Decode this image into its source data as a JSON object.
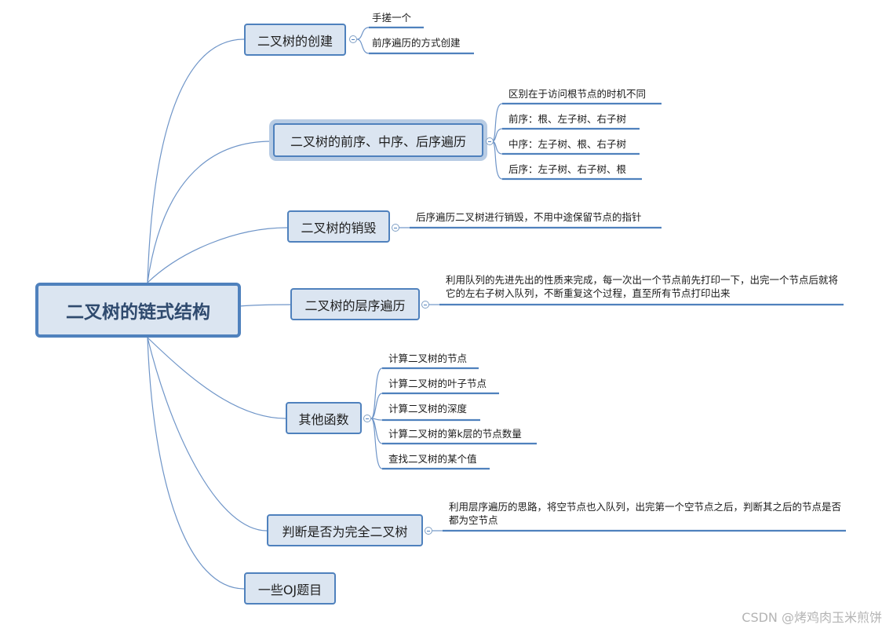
{
  "mindmap": {
    "root": "二叉树的链式结构",
    "branches": [
      {
        "label": "二叉树的创建",
        "leaves": [
          "手搓一个",
          "前序遍历的方式创建"
        ]
      },
      {
        "label": "二叉树的前序、中序、后序遍历",
        "selected": true,
        "leaves": [
          "区别在于访问根节点的时机不同",
          "前序：根、左子树、右子树",
          "中序：左子树、根、右子树",
          "后序：左子树、右子树、根"
        ]
      },
      {
        "label": "二叉树的销毁",
        "leaves": [
          "后序遍历二叉树进行销毁，不用中途保留节点的指针"
        ]
      },
      {
        "label": "二叉树的层序遍历",
        "leaves": [
          "利用队列的先进先出的性质来完成，每一次出一个节点前先打印一下，出完一个节点后就将它的左右子树入队列，不断重复这个过程，直至所有节点打印出来"
        ]
      },
      {
        "label": "其他函数",
        "leaves": [
          "计算二叉树的节点",
          "计算二叉树的叶子节点",
          "计算二叉树的深度",
          "计算二叉树的第k层的节点数量",
          "查找二叉树的某个值"
        ]
      },
      {
        "label": "判断是否为完全二叉树",
        "leaves": [
          "利用层序遍历的思路，将空节点也入队列，出完第一个空节点之后，判断其之后的节点是否都为空节点"
        ]
      },
      {
        "label": "一些OJ题目",
        "leaves": []
      }
    ]
  },
  "watermark": "CSDN @烤鸡肉玉米煎饼",
  "colors": {
    "node_fill": "#dbe5f1",
    "node_border": "#4f81bd",
    "line": "#4f81bd",
    "root_text": "#2f4a6e"
  }
}
